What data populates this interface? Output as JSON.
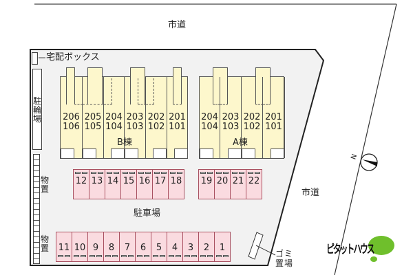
{
  "map": {
    "roads": [
      {
        "id": "road-north",
        "label": "市道"
      },
      {
        "id": "road-east",
        "label": "市道"
      }
    ],
    "facilities": {
      "delivery_box": "宅配ボックス",
      "bicycle_parking": "駐輪場",
      "storage_1": "物置",
      "storage_2": "物置",
      "parking_lot": "駐車場",
      "garbage": "ゴミ置場"
    },
    "compass": {
      "label": "N",
      "icon": "north-arrow-icon"
    },
    "buildings": [
      {
        "name": "B棟",
        "units": [
          {
            "upper": "206",
            "lower": "106"
          },
          {
            "upper": "205",
            "lower": "105"
          },
          {
            "upper": "204",
            "lower": "104"
          },
          {
            "upper": "203",
            "lower": "103"
          },
          {
            "upper": "202",
            "lower": "102"
          },
          {
            "upper": "201",
            "lower": "101"
          }
        ]
      },
      {
        "name": "A棟",
        "units": [
          {
            "upper": "204",
            "lower": "104"
          },
          {
            "upper": "203",
            "lower": "103"
          },
          {
            "upper": "202",
            "lower": "102"
          },
          {
            "upper": "201",
            "lower": "101"
          }
        ]
      }
    ],
    "parking": {
      "upper_row_left": [
        "12",
        "13",
        "14",
        "15",
        "16",
        "17",
        "18"
      ],
      "upper_row_right": [
        "19",
        "20",
        "21",
        "22"
      ],
      "lower_row": [
        "11",
        "10",
        "9",
        "8",
        "7",
        "6",
        "5",
        "4",
        "3",
        "2",
        "1"
      ]
    },
    "colors": {
      "building_fill": "#fdf7cc",
      "parking_fill": "#fadbe0",
      "parking_border": "#a85060",
      "lot_fill": "#f2f2f2",
      "logo_green": "#6fbf2c"
    }
  },
  "brand": {
    "logo_text": "ピタットハウス",
    "logo_icon": "speech-bubble-icon"
  }
}
